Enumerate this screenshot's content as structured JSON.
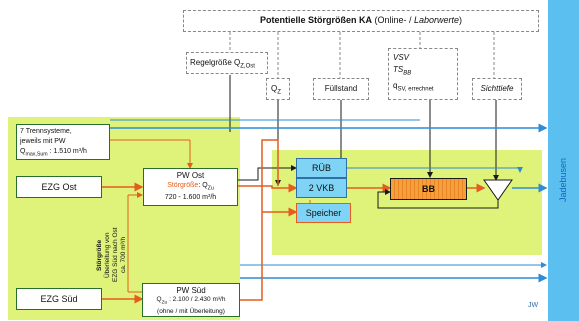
{
  "header": {
    "title": "Potentielle Störgrößen KA",
    "title_paren": "(Online- / ",
    "title_paren_italic": "Laborwerte",
    "title_paren_end": ")"
  },
  "sensors": {
    "regel_base": "Regelgröße Q",
    "regel_sub": "Z,Ost",
    "qz_base": "Q",
    "qz_sub": "Z",
    "fuellstand": "Füllstand",
    "vsv": "VSV",
    "ts_base": "TS",
    "ts_sub": "BB",
    "qsv_base": "q",
    "qsv_sub": "SV, errechnet",
    "sichttiefe": "Sichttiefe"
  },
  "left": {
    "trenn_line1": "7 Trennsysteme,",
    "trenn_line2": "jeweils mit PW",
    "trenn_line3_base": "Q",
    "trenn_line3_sub": "max,Sum",
    "trenn_line3_rest": " : 1.510 m³/h",
    "ezg_ost": "EZG Ost",
    "ezg_sued": "EZG Süd",
    "vertical_bold": "Störgröße",
    "vertical_line1": "Überleitung von",
    "vertical_line2": "EZG Süd nach Ost",
    "vertical_line3": "ca. 700 m³/h"
  },
  "pw_ost": {
    "title": "PW Ost",
    "stoer_label": "Störgröße",
    "stoer_rest_base": ": Q",
    "stoer_rest_sub": "Zu",
    "range": "720 - 1.600  m³/h"
  },
  "pw_sued": {
    "title": "PW Süd",
    "line_base": "Q",
    "line_sub": "Zu",
    "line_rest": " : 2.100 / 2.430 m³/h",
    "line2": "(ohne / mit Überleitung)"
  },
  "plant": {
    "rueb": "RÜB",
    "vkb": "2 VKB",
    "speicher": "Speicher",
    "bb": "BB"
  },
  "river": "Jadebusen",
  "logo": "JW",
  "colors": {
    "green_area": "#dff27a",
    "blue": "#2e8bd6",
    "red": "#e35d1f",
    "black": "#1a1a1a",
    "orange_bb": "#f3a23a",
    "box_blue": "#7fd3f4"
  }
}
